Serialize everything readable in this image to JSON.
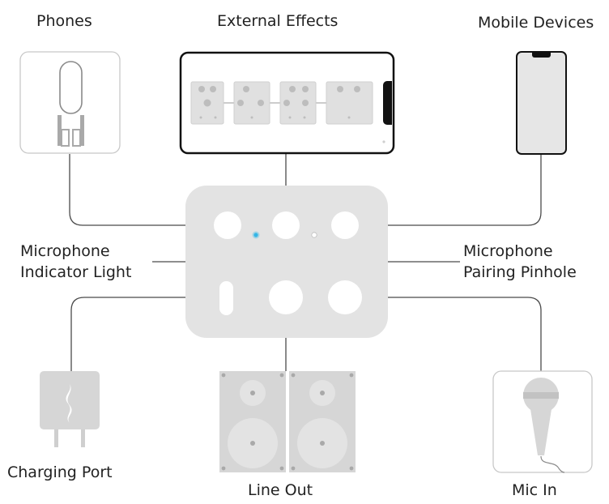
{
  "labels": {
    "phones": "Phones",
    "external_effects": "External Effects",
    "mobile_devices": "Mobile Devices",
    "microphone_indicator_light": [
      "Microphone",
      "Indicator Light"
    ],
    "microphone_pairing_pinhole": [
      "Microphone",
      "Pairing Pinhole"
    ],
    "charging_port": "Charging Port",
    "line_out": "Line Out",
    "mic_in": "Mic In"
  },
  "colors": {
    "device_body": "#e3e3e3",
    "port": "#ffffff",
    "line": "#4a4a4a",
    "indicator_light": "#35b6e6",
    "icon_gray": "#cfcfcf",
    "icon_dark": "#a9a9a9",
    "frame_border": "#c8c8c8",
    "text": "#222222"
  },
  "icons": [
    "headphones-icon",
    "tablet-effects-icon",
    "smartphone-icon",
    "charger-icon",
    "speakers-icon",
    "microphone-icon"
  ]
}
